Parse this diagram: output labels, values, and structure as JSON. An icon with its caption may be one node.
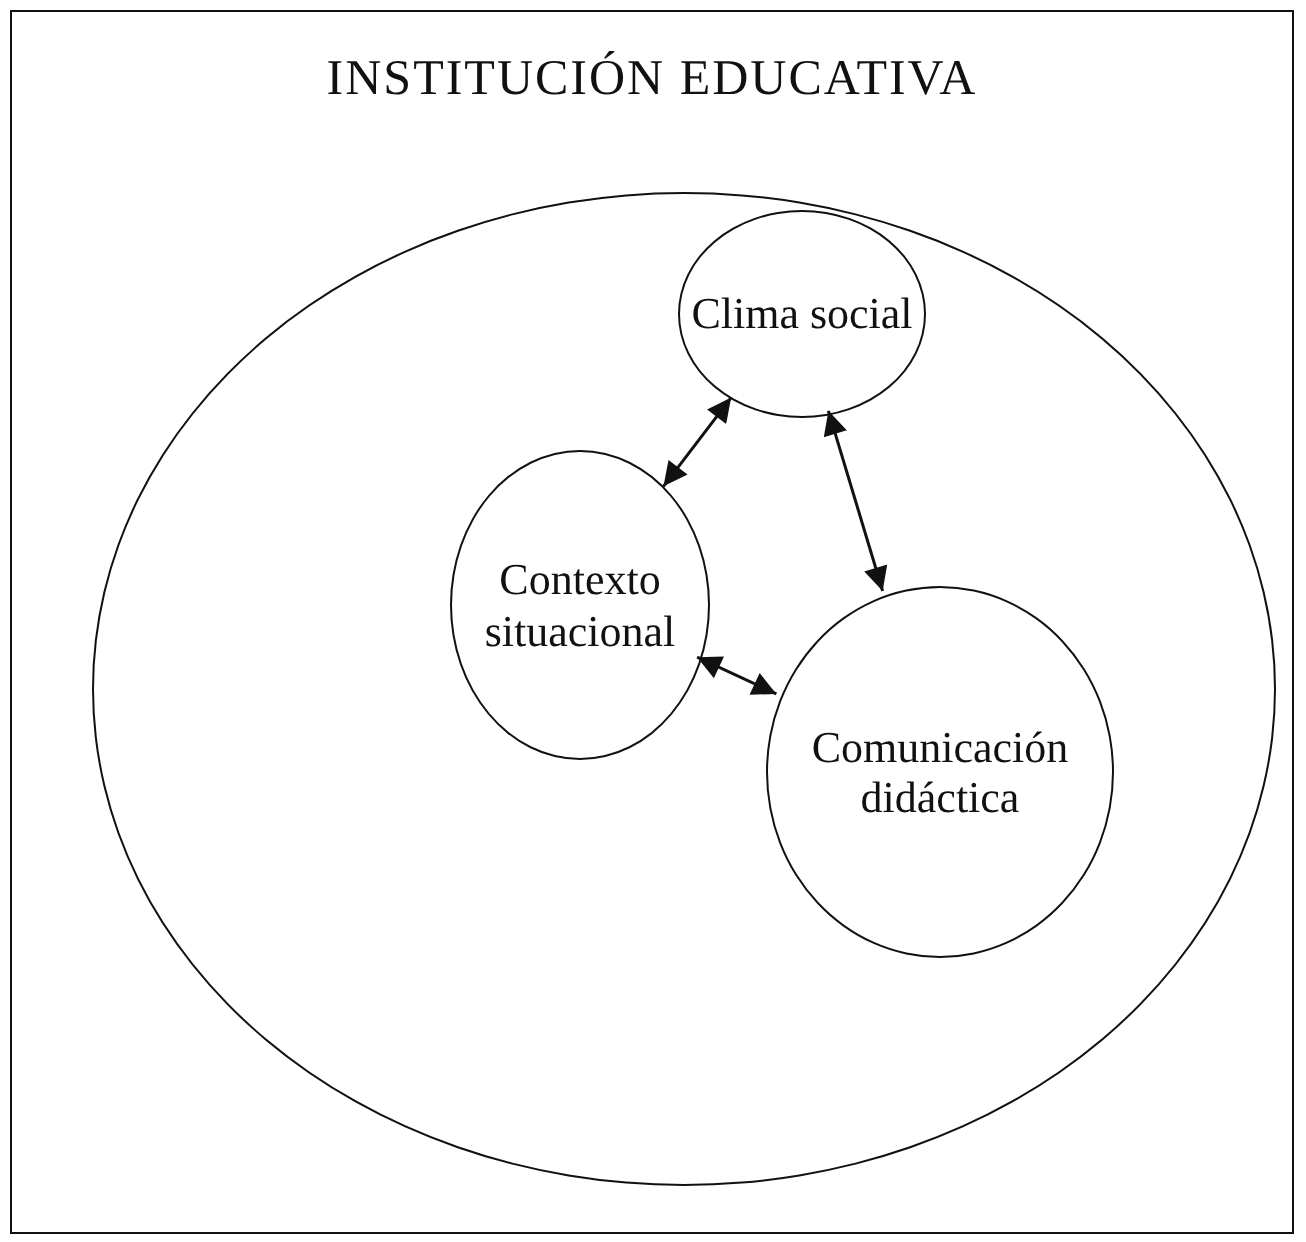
{
  "diagram": {
    "nodes": [
      {
        "text": [
          "INSTITUCIÓN EDUCATIVA"
        ]
      },
      {
        "text": [],
        "shape": "circle",
        "in": 0
      },
      {
        "text": [
          "Clima social"
        ],
        "in": 1
      },
      {
        "text": [
          "Contexto situacional"
        ],
        "in": 1
      },
      {
        "text": [
          "Comunicación didáctica"
        ],
        "in": 1
      }
    ],
    "edges": [
      {
        "from": 3,
        "to": 2,
        "arrow": "both"
      },
      {
        "from": 2,
        "to": 4,
        "arrow": "both"
      },
      {
        "from": 3,
        "to": 4,
        "arrow": "both"
      }
    ]
  }
}
